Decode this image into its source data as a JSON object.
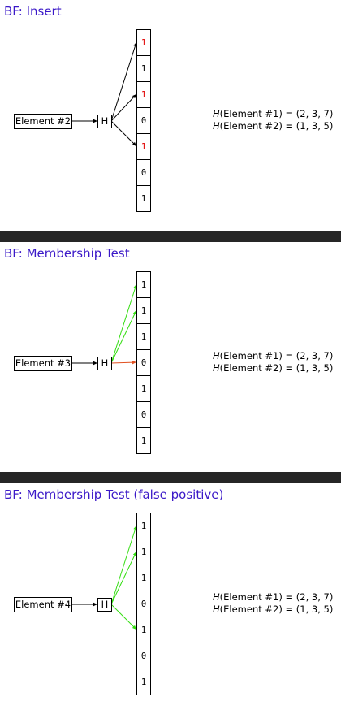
{
  "slides": [
    {
      "title": "BF: Insert",
      "element": "Element #2",
      "hash": "H",
      "bits": [
        "1",
        "1",
        "1",
        "0",
        "1",
        "0",
        "1"
      ],
      "bit_colors": [
        "#e00000",
        "#000000",
        "#e00000",
        "#000000",
        "#e00000",
        "#000000",
        "#000000"
      ],
      "arrows": [
        {
          "target": 1,
          "color": "#000000"
        },
        {
          "target": 3,
          "color": "#000000"
        },
        {
          "target": 5,
          "color": "#000000"
        }
      ],
      "hash_lines": [
        {
          "fn": "H",
          "arg": "(Element #1) = (2, 3, 7)"
        },
        {
          "fn": "H",
          "arg": "(Element #2) = (1, 3, 5)"
        }
      ]
    },
    {
      "title": "BF: Membership Test",
      "element": "Element #3",
      "hash": "H",
      "bits": [
        "1",
        "1",
        "1",
        "0",
        "1",
        "0",
        "1"
      ],
      "bit_colors": [
        "#000000",
        "#000000",
        "#000000",
        "#000000",
        "#000000",
        "#000000",
        "#000000"
      ],
      "arrows": [
        {
          "target": 1,
          "color": "#33dd11"
        },
        {
          "target": 2,
          "color": "#33dd11"
        },
        {
          "target": 4,
          "color": "#e05020"
        }
      ],
      "hash_lines": [
        {
          "fn": "H",
          "arg": "(Element #1) = (2, 3, 7)"
        },
        {
          "fn": "H",
          "arg": "(Element #2) = (1, 3, 5)"
        }
      ]
    },
    {
      "title": "BF: Membership Test (false positive)",
      "element": "Element #4",
      "hash": "H",
      "bits": [
        "1",
        "1",
        "1",
        "0",
        "1",
        "0",
        "1"
      ],
      "bit_colors": [
        "#000000",
        "#000000",
        "#000000",
        "#000000",
        "#000000",
        "#000000",
        "#000000"
      ],
      "arrows": [
        {
          "target": 1,
          "color": "#33dd11"
        },
        {
          "target": 2,
          "color": "#33dd11"
        },
        {
          "target": 5,
          "color": "#33dd11"
        }
      ],
      "hash_lines": [
        {
          "fn": "H",
          "arg": "(Element #1) = (2, 3, 7)"
        },
        {
          "fn": "H",
          "arg": "(Element #2) = (1, 3, 5)"
        }
      ]
    }
  ]
}
